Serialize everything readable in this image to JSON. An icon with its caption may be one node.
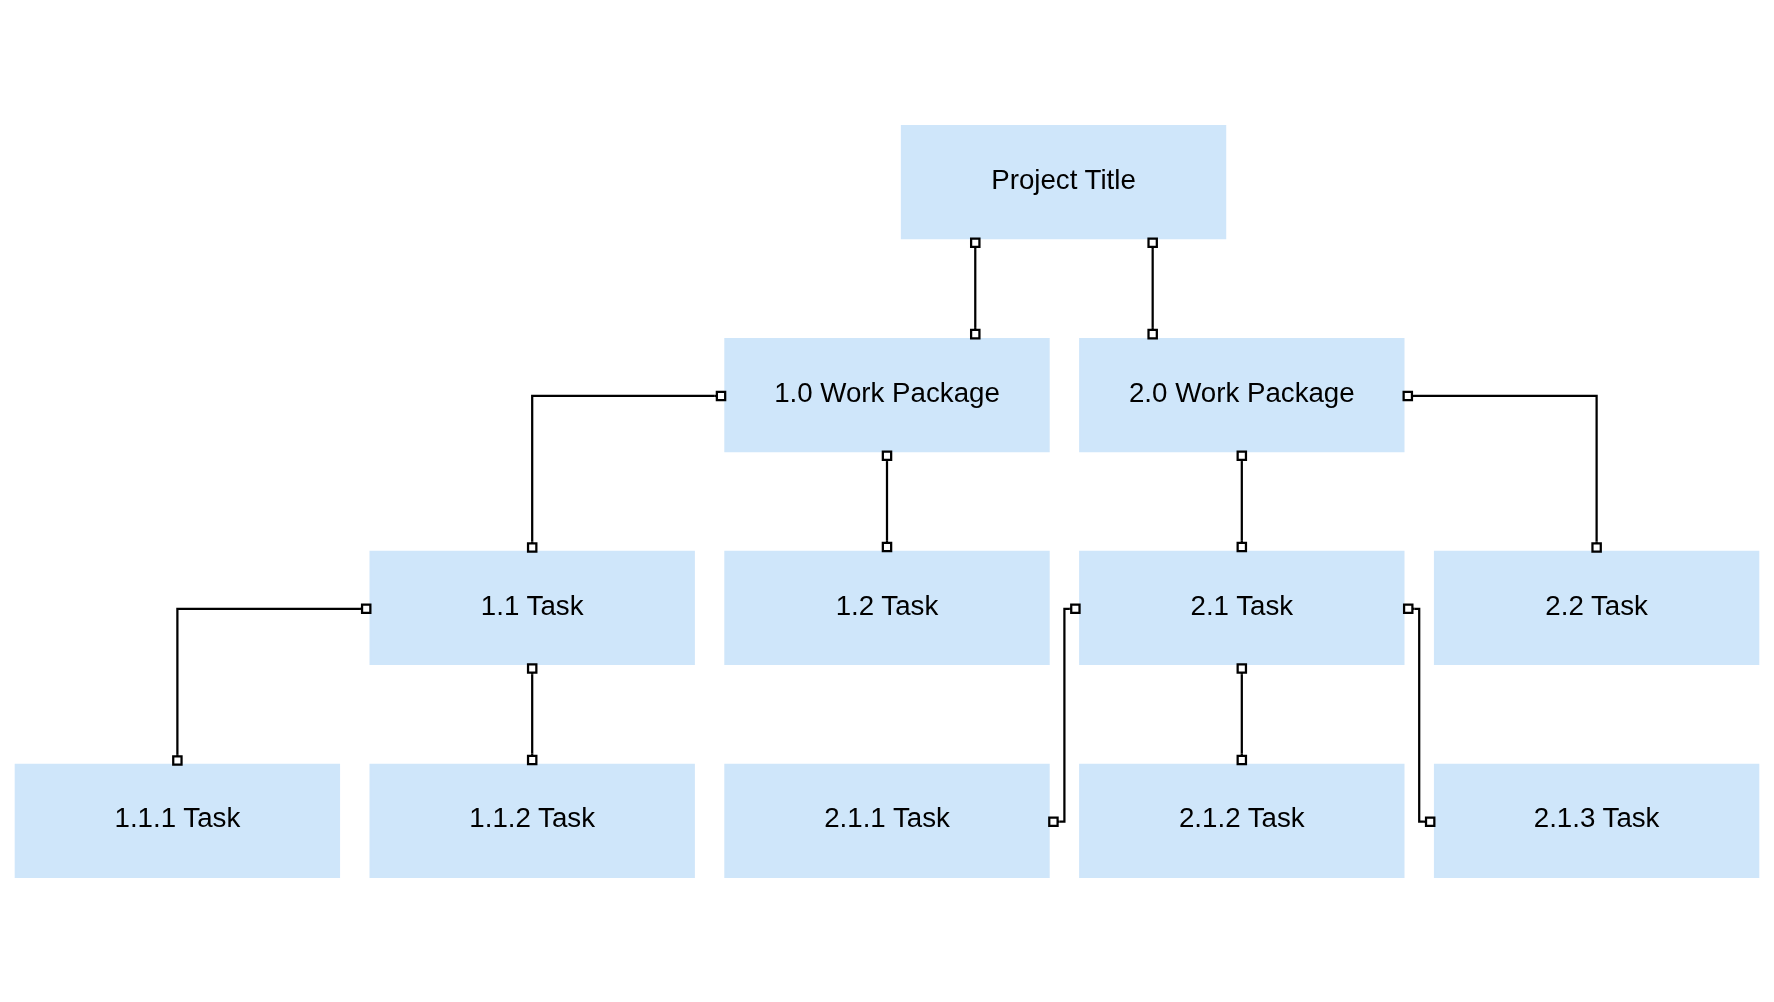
{
  "diagram": {
    "nodes": [
      {
        "text": [
          "Project Title"
        ]
      },
      {
        "text": [
          "1.0 Work Package"
        ]
      },
      {
        "text": [
          "2.0 Work Package"
        ]
      },
      {
        "text": [
          "1.1 Task"
        ]
      },
      {
        "text": [
          "1.2 Task"
        ]
      },
      {
        "text": [
          "2.1 Task"
        ]
      },
      {
        "text": [
          "2.2 Task"
        ]
      },
      {
        "text": [
          "1.1.1 Task"
        ]
      },
      {
        "text": [
          "1.1.2 Task"
        ]
      },
      {
        "text": [
          "2.1.1 Task"
        ]
      },
      {
        "text": [
          "2.1.2 Task"
        ]
      },
      {
        "text": [
          "2.1.3 Task"
        ]
      }
    ],
    "edges": [
      {
        "from": 0,
        "to": 1,
        "arrow": "other"
      },
      {
        "from": 0,
        "to": 2,
        "arrow": "other"
      },
      {
        "from": 1,
        "to": 3,
        "arrow": "other"
      },
      {
        "from": 1,
        "to": 4,
        "arrow": "other"
      },
      {
        "from": 2,
        "to": 5,
        "arrow": "other"
      },
      {
        "from": 2,
        "to": 6,
        "arrow": "other"
      },
      {
        "from": 3,
        "to": 7,
        "arrow": "other"
      },
      {
        "from": 3,
        "to": 8,
        "arrow": "other"
      },
      {
        "from": 5,
        "to": 9,
        "arrow": "other"
      },
      {
        "from": 5,
        "to": 10,
        "arrow": "other"
      },
      {
        "from": 5,
        "to": 11,
        "arrow": "other"
      }
    ]
  }
}
